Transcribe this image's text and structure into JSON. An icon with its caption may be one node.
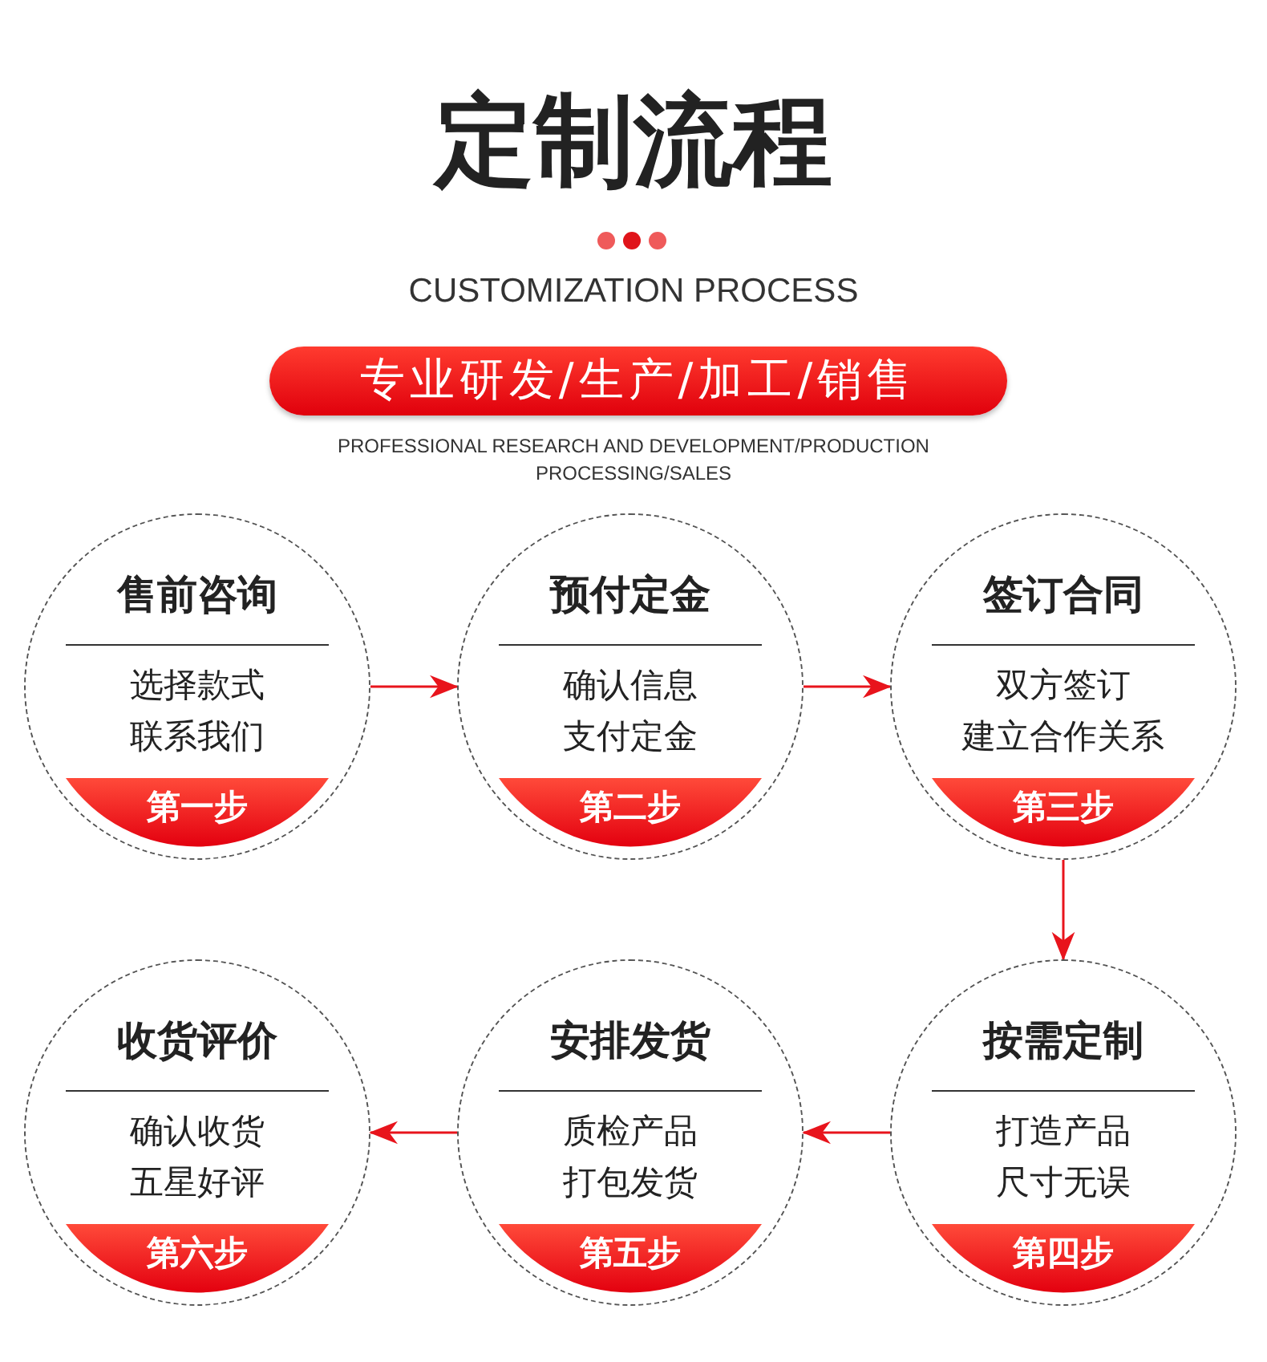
{
  "diagram": {
    "title": "定制流程",
    "nodes": [
      {
        "text": [
          "专业研发/生产/加工/销售"
        ]
      },
      {
        "text": [
          "售前咨询",
          "选择款式",
          "联系我们",
          "第一步"
        ]
      },
      {
        "text": [
          "预付定金",
          "确认信息",
          "支付定金",
          "第二步"
        ]
      },
      {
        "text": [
          "签订合同",
          "双方签订",
          "建立合作关系",
          "第三步"
        ]
      },
      {
        "text": [
          "收货评价",
          "确认收货",
          "五星好评",
          "第六步"
        ]
      },
      {
        "text": [
          "安排发货",
          "质检产品",
          "打包发货",
          "第五步"
        ]
      },
      {
        "text": [
          "按需定制",
          "打造产品",
          "尺寸无误",
          "第四步"
        ]
      }
    ],
    "edges": [
      {
        "from": 1,
        "to": 2,
        "arrow": "to"
      },
      {
        "from": 2,
        "to": 3,
        "arrow": "to"
      },
      {
        "from": 3,
        "to": 6,
        "arrow": "to"
      },
      {
        "from": 6,
        "to": 5,
        "arrow": "to"
      },
      {
        "from": 5,
        "to": 4,
        "arrow": "to"
      }
    ],
    "labels": [
      "CUSTOMIZATION PROCESS",
      "PROFESSIONAL RESEARCH AND DEVELOPMENT/PRODUCTION PROCESSING/SALES"
    ]
  }
}
